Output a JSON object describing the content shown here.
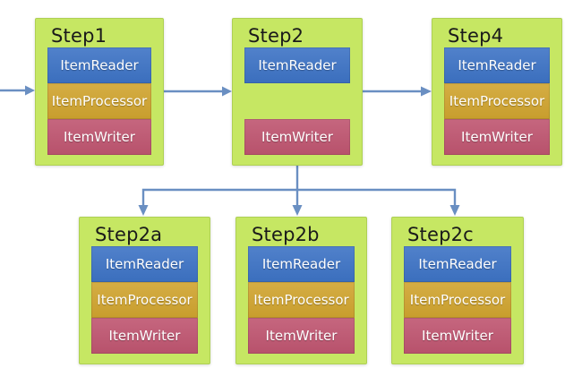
{
  "diagram": {
    "colors": {
      "step_bg": "#c6e763",
      "step_border": "#aed054",
      "reader_bg": "#3d73c5",
      "processor_bg": "#d0a42f",
      "writer_bg": "#bf5570",
      "arrow": "#6a8fc2",
      "title_text": "#1a1a1a",
      "component_text": "#ffffff"
    },
    "steps": [
      {
        "label": "Step1",
        "components": [
          {
            "type": "reader",
            "label": "ItemReader"
          },
          {
            "type": "processor",
            "label": "ItemProcessor"
          },
          {
            "type": "writer",
            "label": "ItemWriter"
          }
        ]
      },
      {
        "label": "Step2",
        "components": [
          {
            "type": "reader",
            "label": "ItemReader"
          },
          {
            "type": "spacer",
            "label": ""
          },
          {
            "type": "writer",
            "label": "ItemWriter"
          }
        ]
      },
      {
        "label": "Step4",
        "components": [
          {
            "type": "reader",
            "label": "ItemReader"
          },
          {
            "type": "processor",
            "label": "ItemProcessor"
          },
          {
            "type": "writer",
            "label": "ItemWriter"
          }
        ]
      },
      {
        "label": "Step2a",
        "components": [
          {
            "type": "reader",
            "label": "ItemReader"
          },
          {
            "type": "processor",
            "label": "ItemProcessor"
          },
          {
            "type": "writer",
            "label": "ItemWriter"
          }
        ]
      },
      {
        "label": "Step2b",
        "components": [
          {
            "type": "reader",
            "label": "ItemReader"
          },
          {
            "type": "processor",
            "label": "ItemProcessor"
          },
          {
            "type": "writer",
            "label": "ItemWriter"
          }
        ]
      },
      {
        "label": "Step2c",
        "components": [
          {
            "type": "reader",
            "label": "ItemReader"
          },
          {
            "type": "processor",
            "label": "ItemProcessor"
          },
          {
            "type": "writer",
            "label": "ItemWriter"
          }
        ]
      }
    ]
  }
}
